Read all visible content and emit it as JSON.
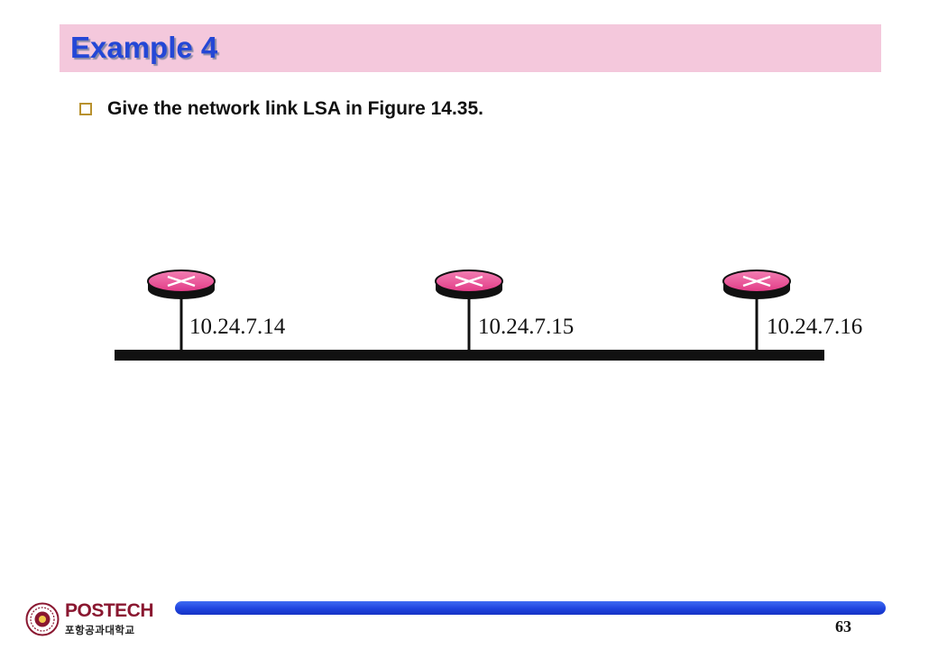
{
  "slide": {
    "title": "Example 4",
    "bullet": "Give the network link LSA in Figure 14.35.",
    "page_number": "63"
  },
  "figure": {
    "routers": [
      {
        "ip": "10.24.7.14"
      },
      {
        "ip": "10.24.7.15"
      },
      {
        "ip": "10.24.7.16"
      }
    ]
  },
  "footer": {
    "logo_name": "POSTECH",
    "logo_korean": "포항공과대학교"
  },
  "colors": {
    "title_band": "#f4c8dc",
    "title_text": "#2447d6",
    "bullet_box": "#b8912e",
    "router_pink": "#e8418a",
    "footer_bar": "#1f44df",
    "logo_red": "#8a1730"
  },
  "icons": {
    "bullet": "hollow-square",
    "router": "router-disc-with-x",
    "logo": "postech-emblem"
  }
}
